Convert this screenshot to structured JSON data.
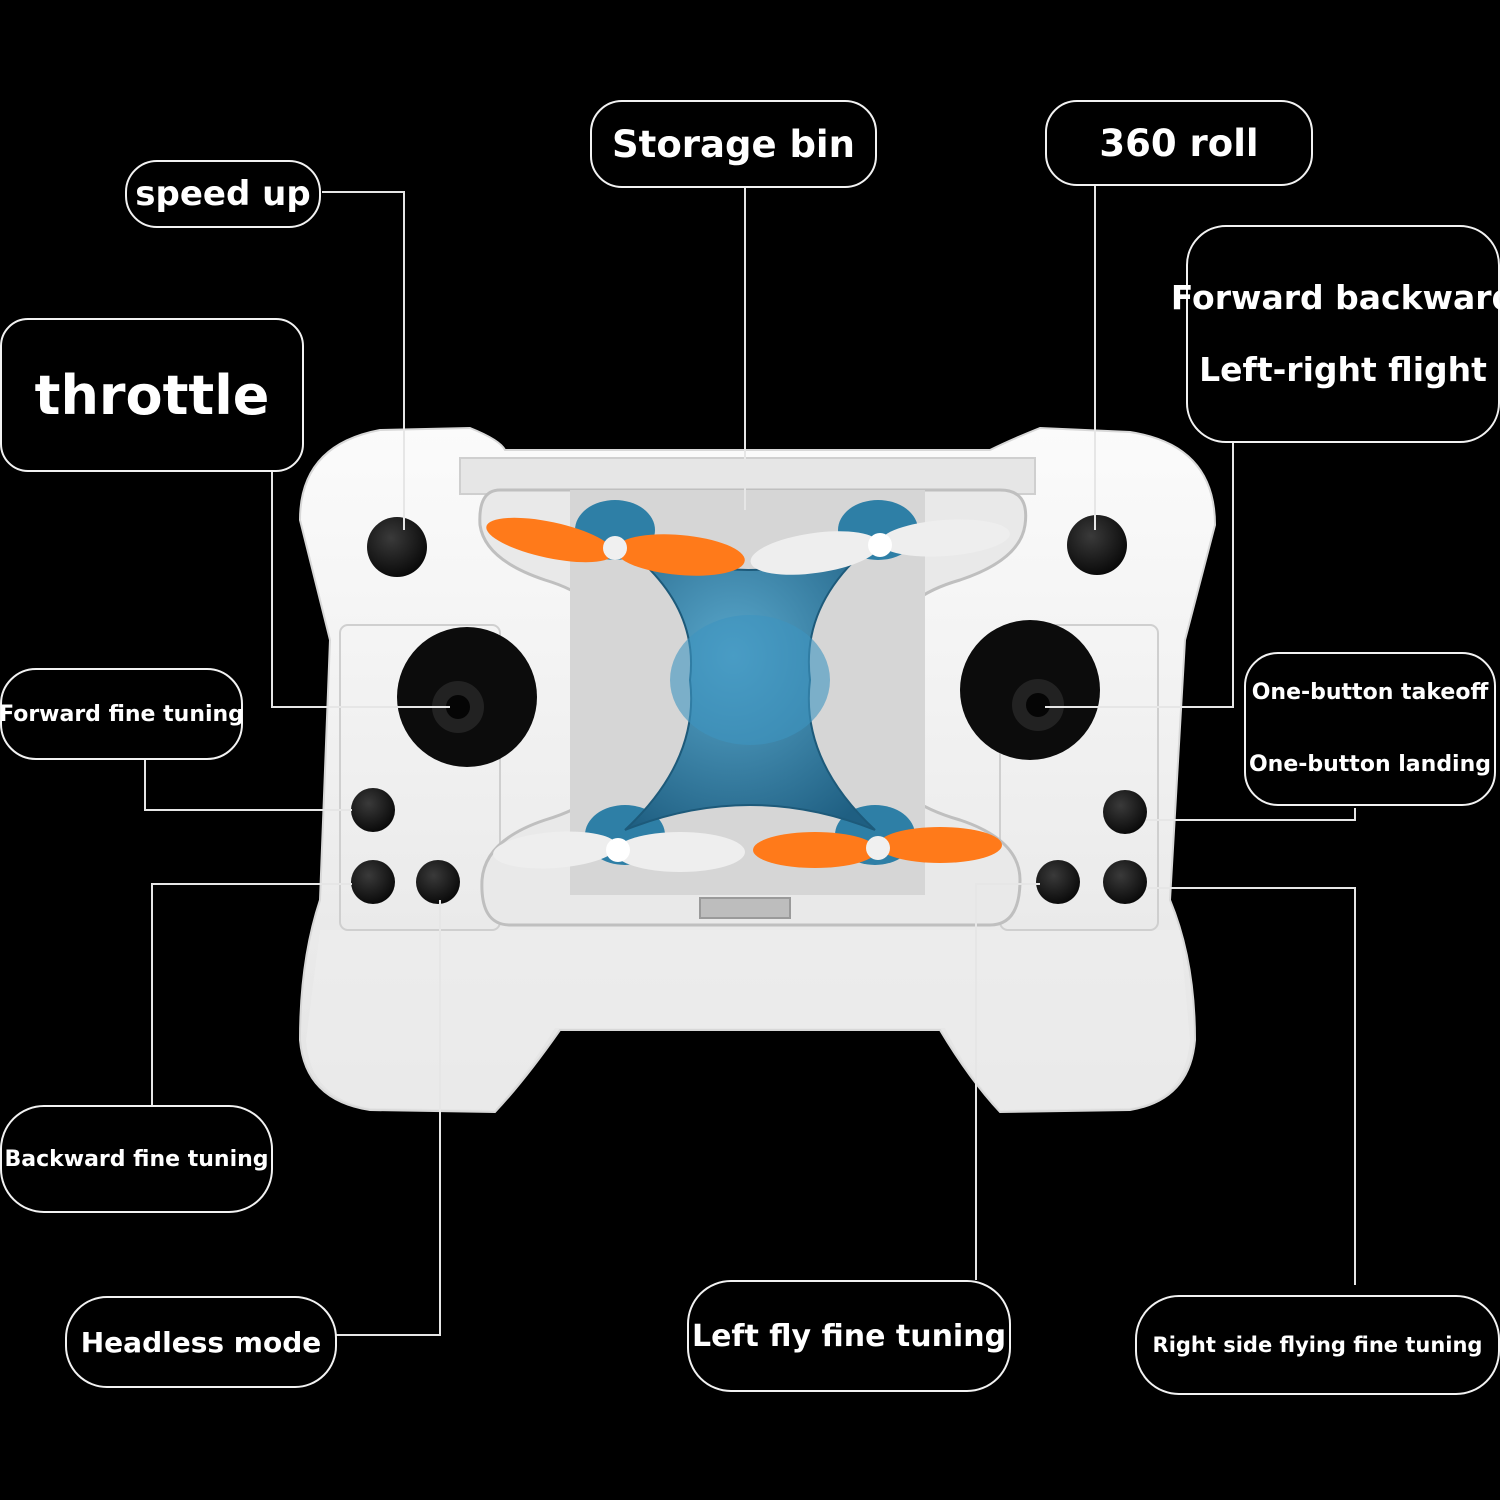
{
  "labels": {
    "speed_up": "speed up",
    "storage_bin": "Storage bin",
    "roll_360": "360 roll",
    "throttle": "throttle",
    "forward_backward_line1": "Forward backward",
    "forward_backward_line2": "Left-right flight",
    "forward_fine_tuning": "Forward fine tuning",
    "takeoff_line1": "One-button takeoff",
    "takeoff_line2": "One-button landing",
    "backward_fine_tuning": "Backward fine tuning",
    "headless_mode": "Headless mode",
    "left_fly_fine_tuning": "Left fly fine tuning",
    "right_side_fine_tuning": "Right side flying fine tuning"
  },
  "colors": {
    "background": "#000000",
    "controller_body": "#f4f4f4",
    "drone_body": "#2e7fa6",
    "propeller_orange": "#ff7a1a",
    "propeller_white": "#eeeeee",
    "button_black": "#111111",
    "callout_line": "#e6e6e6"
  },
  "icons": [
    "joystick-left-icon",
    "joystick-right-icon",
    "drone-icon"
  ]
}
